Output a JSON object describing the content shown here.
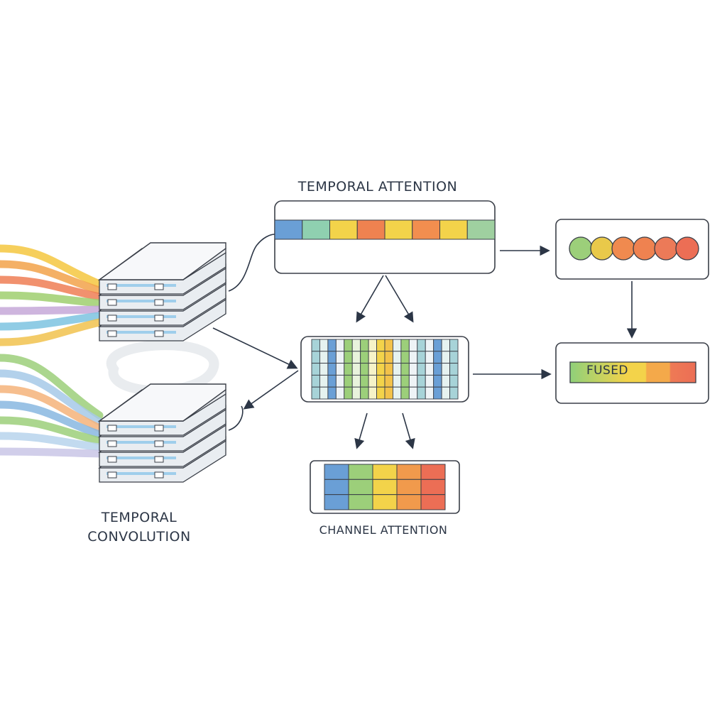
{
  "labels": {
    "temporal_attention": "TEMPORAL ATTENTION",
    "temporal_convolution_line1": "TEMPORAL",
    "temporal_convolution_line2": "CONVOLUTION",
    "channel_attention": "CHANNEL ATTENTION",
    "fused": "FUSED"
  },
  "colors": {
    "ink": "#2c3646",
    "box_stroke": "#3a3f48",
    "blue": "#6a9fd6",
    "teal": "#86c5c2",
    "green": "#9ccf7a",
    "yellow": "#f3d34a",
    "orange": "#f19a4c",
    "red": "#ec6e55",
    "purple": "#b07cc6"
  },
  "temporal_attention_cells": [
    "#6a9fd6",
    "#8fd0b0",
    "#f3d34a",
    "#ef8250",
    "#f3d34a",
    "#f28e4f",
    "#f3d34a",
    "#9fd0a0"
  ],
  "token_circles": [
    "#9ccf7a",
    "#e9c94a",
    "#f08a4f",
    "#ef8250",
    "#ec7a58",
    "#ec6e55"
  ],
  "channel_matrix_columns": [
    "#a7d3d8",
    "#e6f2f0",
    "#6a9fd6",
    "#eef3f6",
    "#9ccf7a",
    "#e8f3dc",
    "#9ccf7a",
    "#f6f3c8",
    "#f3d34a",
    "#f2c24a",
    "#e6f2f0",
    "#9ccf7a",
    "#eef3f6",
    "#a7d3d8",
    "#eef3f6",
    "#6a9fd6",
    "#e6f2f0",
    "#a7d3d8"
  ],
  "channel_attention_cells": [
    "#6a9fd6",
    "#9ccf7a",
    "#f3d34a",
    "#f19a4c",
    "#ec6e55"
  ],
  "input_streams": [
    "#f5c73f",
    "#f2a24a",
    "#ef7e55",
    "#9fcf6e",
    "#c6a8d8",
    "#7cc3e0",
    "#f1c24d",
    "#9ccf7a",
    "#a6c9e8",
    "#f4b37a",
    "#88b7e0",
    "#9ccf7a",
    "#b7d3ec",
    "#c9c5e6"
  ]
}
